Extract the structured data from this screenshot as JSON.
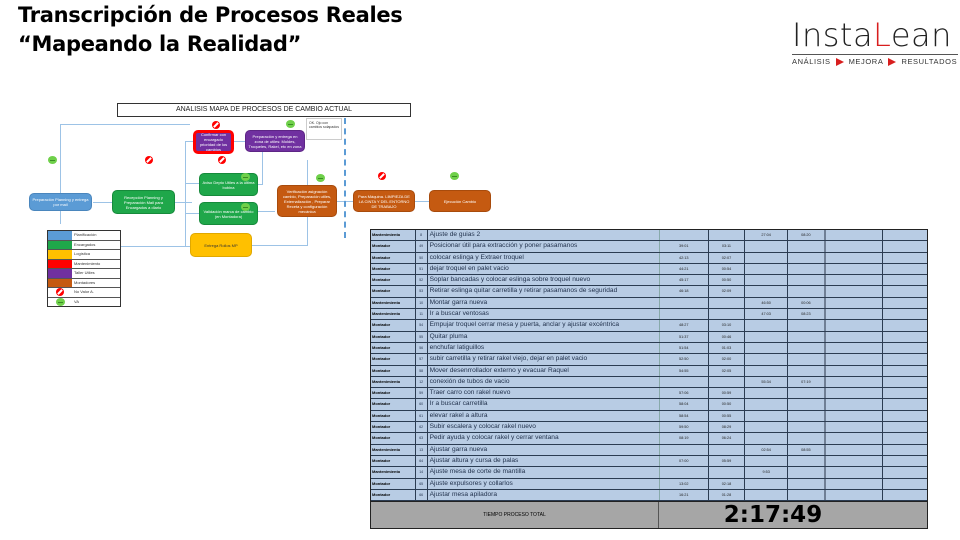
{
  "slide": {
    "title_line1": "Transcripción de Procesos Reales",
    "title_line2": "“Mapeando la Realidad”"
  },
  "logo": {
    "name_part1": "Insta",
    "name_accent": "L",
    "name_part2": "ean",
    "tagline": [
      "ANÁLISIS",
      "MEJORA",
      "RESULTADOS"
    ],
    "accent_color": "#d81e1e"
  },
  "process_map": {
    "title": "ANALISIS MAPA DE PROCESOS DE CAMBIO ACTUAL",
    "note": "OK. Ojo con cambios solapados",
    "steps": [
      {
        "label": "Preparación Planning y entrega por mail",
        "category": "Planificación"
      },
      {
        "label": "Recepción Planning y Preparación Mail para Encargados a diario",
        "category": "Encargados"
      },
      {
        "label": "Confirmar con encargado prioridad de los cambios",
        "category": "Mantenimiento"
      },
      {
        "label": "Preparación y entrega en zona de utiles: Moldes, Troqueles, Rakel, etc en zona",
        "category": "Taller Utiles"
      },
      {
        "label": "Aviso Depto Utiles a la última bobina",
        "category": "Encargados"
      },
      {
        "label": "Validación marca de cambio (en Montadora)",
        "category": "Encargados"
      },
      {
        "label": "Entrega Rollos MP",
        "category": "Logística"
      },
      {
        "label": "Verificación asignación cambio, Preparación utiles, Externalización , Preparar Receta y configuración mecánica",
        "category": "Montadores"
      },
      {
        "label": "Para Máquina. LIMPIEZA DE LA CINTA Y DEL ENTORNO DE TRABAJO",
        "category": "Montadores"
      },
      {
        "label": "Ejecución Cambio",
        "category": "Montadores"
      }
    ],
    "legend": [
      {
        "label": "Planificación",
        "color": "#5b9bd5"
      },
      {
        "label": "Encargados",
        "color": "#1fa74a"
      },
      {
        "label": "Logística",
        "color": "#ffc000"
      },
      {
        "label": "Mantenimiento",
        "color": "#ff0000"
      },
      {
        "label": "Taller Utiles",
        "color": "#7030a0"
      },
      {
        "label": "Montadores",
        "color": "#c55a11"
      },
      {
        "label": "No Valor A.",
        "icon": "no-entry-icon"
      },
      {
        "label": "VA",
        "icon": "smiley-icon"
      }
    ]
  },
  "table": {
    "rows": [
      {
        "role": "Mantenimiento",
        "num": "8",
        "desc": "Ajuste de guias 2",
        "t1": "",
        "t2": "",
        "t3": "27:04",
        "t4": "08:20"
      },
      {
        "role": "Montador",
        "num": "49",
        "desc": "Posicionar útil para extracción y poner pasamanos",
        "t1": "39:01",
        "t2": "03:11",
        "t3": "",
        "t4": ""
      },
      {
        "role": "Montador",
        "num": "50",
        "desc": "colocar eslinga y Extraer troquel",
        "t1": "42:13",
        "t2": "02:07",
        "t3": "",
        "t4": ""
      },
      {
        "role": "Montador",
        "num": "51",
        "desc": "dejar troquel en palet vacio",
        "t1": "44:21",
        "t2": "00:54",
        "t3": "",
        "t4": ""
      },
      {
        "role": "Montador",
        "num": "52",
        "desc": "Soplar bancadas y colocar eslinga sobre troquel nuevo",
        "t1": "45:17",
        "t2": "00:50",
        "t3": "",
        "t4": ""
      },
      {
        "role": "Montador",
        "num": "53",
        "desc": "Retirar eslinga quitar carretilla y retirar pasamanos de seguridad",
        "t1": "46:18",
        "t2": "02:09",
        "t3": "",
        "t4": ""
      },
      {
        "role": "Mantenimiento",
        "num": "10",
        "desc": "Montar garra nueva",
        "t1": "",
        "t2": "",
        "t3": "46:50",
        "t4": "00:06"
      },
      {
        "role": "Mantenimiento",
        "num": "11",
        "desc": "Ir a buscar ventosas",
        "t1": "",
        "t2": "",
        "t3": "47:03",
        "t4": "08:23"
      },
      {
        "role": "Montador",
        "num": "54",
        "desc": "Empujar troquel cerrar mesa y puerta, anclar y ajustar excéntrica",
        "t1": "48:27",
        "t2": "03:10",
        "t3": "",
        "t4": ""
      },
      {
        "role": "Montador",
        "num": "55",
        "desc": "Quitar pluma",
        "t1": "51:37",
        "t2": "00:46",
        "t3": "",
        "t4": ""
      },
      {
        "role": "Montador",
        "num": "56",
        "desc": "enchufar latiguillos",
        "t1": "51:54",
        "t2": "01:03",
        "t3": "",
        "t4": ""
      },
      {
        "role": "Montador",
        "num": "57",
        "desc": "subir carretilla y retirar rakel viejo, dejar en palet vacio",
        "t1": "52:50",
        "t2": "02:00",
        "t3": "",
        "t4": ""
      },
      {
        "role": "Montador",
        "num": "58",
        "desc": "Mover desenrrollador externo y evacuar Raquel",
        "t1": "54:55",
        "t2": "02:05",
        "t3": "",
        "t4": ""
      },
      {
        "role": "Mantenimiento",
        "num": "12",
        "desc": "conexión de tubos de vacio",
        "t1": "",
        "t2": "",
        "t3": "55:34",
        "t4": "07:19"
      },
      {
        "role": "Montador",
        "num": "59",
        "desc": "Traer carro con rakel nuevo",
        "t1": "57:06",
        "t2": "00:59",
        "t3": "",
        "t4": ""
      },
      {
        "role": "Montador",
        "num": "60",
        "desc": "Ir a buscar carretilla",
        "t1": "58:04",
        "t2": "00:50",
        "t3": "",
        "t4": ""
      },
      {
        "role": "Montador",
        "num": "61",
        "desc": "elevar rakel a altura",
        "t1": "58:54",
        "t2": "00:55",
        "t3": "",
        "t4": ""
      },
      {
        "role": "Montador",
        "num": "62",
        "desc": "Subir escalera y colocar rakel nuevo",
        "t1": "59:50",
        "t2": "08:29",
        "t3": "",
        "t4": ""
      },
      {
        "role": "Montador",
        "num": "63",
        "desc": "Pedir ayuda y colocar rakel y cerrar ventana",
        "t1": "08:19",
        "t2": "06:24",
        "t3": "",
        "t4": ""
      },
      {
        "role": "Mantenimiento",
        "num": "13",
        "desc": "Ajustar garra nueva",
        "t1": "",
        "t2": "",
        "t3": "02:54",
        "t4": "08:55"
      },
      {
        "role": "Montador",
        "num": "64",
        "desc": "Ajustar altura y cursa de palas",
        "t1": "07:00",
        "t2": "05:59",
        "t3": "",
        "t4": ""
      },
      {
        "role": "Mantenimiento",
        "num": "14",
        "desc": "Ajuste mesa de corte de mantilla",
        "t1": "",
        "t2": "",
        "t3": "9:53",
        "t4": ""
      },
      {
        "role": "Montador",
        "num": "65",
        "desc": "Ajuste expulsores y collarlos",
        "t1": "13:02",
        "t2": "02:18",
        "t3": "",
        "t4": ""
      },
      {
        "role": "Montador",
        "num": "66",
        "desc": "Ajustar mesa apiladora",
        "t1": "16:21",
        "t2": "01:28",
        "t3": "",
        "t4": ""
      }
    ],
    "total_label": "TIEMPO PROCESO TOTAL",
    "total_value": "2:17:49"
  }
}
